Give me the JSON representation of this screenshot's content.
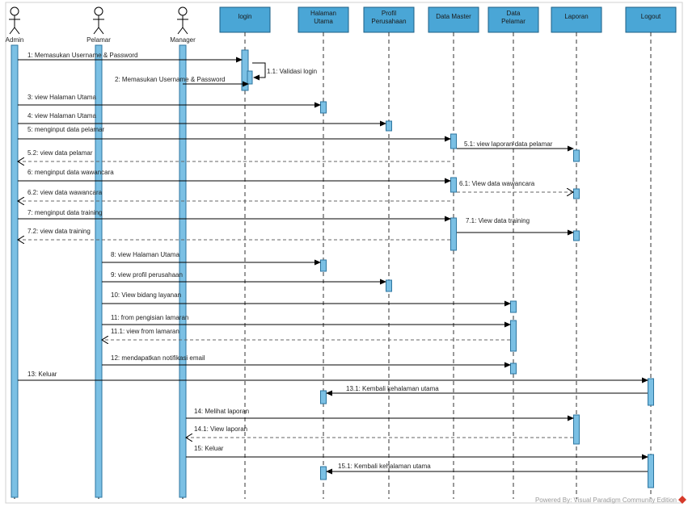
{
  "colors": {
    "lifeline_box_fill": "#4aa6d6",
    "lifeline_box_border": "#1c5f86",
    "activation_fill": "#7bc0e4",
    "activation_border": "#2d76a0",
    "line": "#000000",
    "dash": "#666666",
    "text": "#222222",
    "footer_logo": "#d63a2a"
  },
  "actors": [
    {
      "id": "admin",
      "label": "Admin"
    },
    {
      "id": "pelamar",
      "label": "Pelamar"
    },
    {
      "id": "manager",
      "label": "Manager"
    }
  ],
  "boxes": [
    {
      "id": "login",
      "lines": [
        "login"
      ]
    },
    {
      "id": "halaman",
      "lines": [
        "Halaman",
        "Utama"
      ]
    },
    {
      "id": "profil",
      "lines": [
        "Profil",
        "Perusahaan"
      ]
    },
    {
      "id": "datamaster",
      "lines": [
        "Data Master"
      ]
    },
    {
      "id": "datapelamar",
      "lines": [
        "Data",
        "Pelamar"
      ]
    },
    {
      "id": "laporan",
      "lines": [
        "Laporan"
      ]
    },
    {
      "id": "logout",
      "lines": [
        "Logout"
      ]
    }
  ],
  "messages": [
    {
      "label": "1: Memasukan Username & Password",
      "kind": "call"
    },
    {
      "label": "1.1: Validasi login",
      "kind": "self"
    },
    {
      "label": "2: Memasukan Username & Password",
      "kind": "call"
    },
    {
      "label": "3: view Halaman Utama",
      "kind": "call"
    },
    {
      "label": "4: view Halaman Utama",
      "kind": "call"
    },
    {
      "label": "5: menginput data pelamar",
      "kind": "call"
    },
    {
      "label": "5.1: view laporan data pelamar",
      "kind": "call"
    },
    {
      "label": "5.2: view data pelamar",
      "kind": "return"
    },
    {
      "label": "6: menginput data wawancara",
      "kind": "call"
    },
    {
      "label": "6.1: View data wawancara",
      "kind": "return"
    },
    {
      "label": "6.2: view data wawancara",
      "kind": "return"
    },
    {
      "label": "7: menginput data training",
      "kind": "call"
    },
    {
      "label": "7.1: View data training",
      "kind": "call"
    },
    {
      "label": "7.2: view data training",
      "kind": "return"
    },
    {
      "label": "8: view Halaman Utama",
      "kind": "call"
    },
    {
      "label": "9: view profil perusahaan",
      "kind": "call"
    },
    {
      "label": "10: View bidang layanan",
      "kind": "call"
    },
    {
      "label": "11: from pengisian lamaran",
      "kind": "call"
    },
    {
      "label": "11.1: view from lamaran",
      "kind": "return"
    },
    {
      "label": "12: mendapatkan notifikasi email",
      "kind": "call"
    },
    {
      "label": "13: Keluar",
      "kind": "call"
    },
    {
      "label": "13.1: Kembali kehalaman utama",
      "kind": "call"
    },
    {
      "label": "14: Melihat laporan",
      "kind": "call"
    },
    {
      "label": "14.1: View laporan",
      "kind": "return"
    },
    {
      "label": "15: Keluar",
      "kind": "call"
    },
    {
      "label": "15.1: Kembali kehalaman utama",
      "kind": "call"
    }
  ],
  "footer": {
    "text": "Powered By: Visual Paradigm Community Edition",
    "logo_icon": "visual-paradigm-logo-icon"
  }
}
